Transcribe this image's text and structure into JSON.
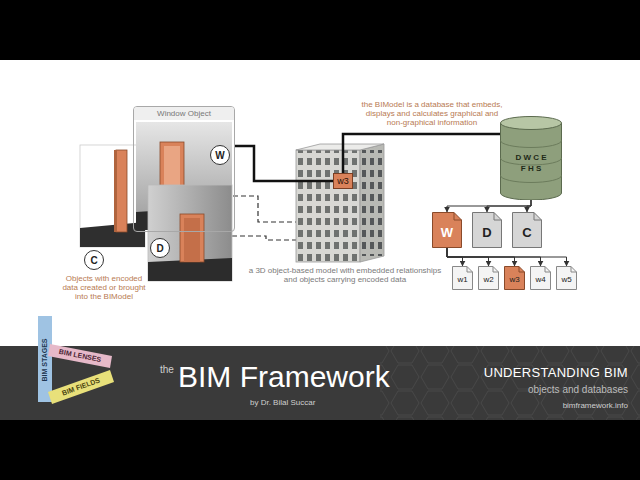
{
  "diagram": {
    "nodes": [
      {
        "text": [
          "Window Object"
        ]
      },
      {
        "text": [
          "W"
        ],
        "in": 0
      },
      {
        "text": [
          "C"
        ]
      },
      {
        "text": [
          "D"
        ]
      },
      {
        "text": [
          "w3"
        ]
      },
      {
        "text": [
          "D W C E F H S"
        ]
      },
      {
        "text": [
          "W"
        ]
      },
      {
        "text": [
          "D"
        ]
      },
      {
        "text": [
          "C"
        ]
      },
      {
        "text": [
          "w1"
        ]
      },
      {
        "text": [
          "w2"
        ]
      },
      {
        "text": [
          "w3"
        ]
      },
      {
        "text": [
          "w4"
        ]
      },
      {
        "text": [
          "w5"
        ]
      }
    ],
    "edges": [
      {
        "from": 0,
        "to": 4,
        "arrow": "none"
      },
      {
        "from": 4,
        "to": 5,
        "arrow": "none"
      },
      {
        "from": 5,
        "to": 6,
        "arrow": "to"
      },
      {
        "from": 5,
        "to": 7,
        "arrow": "to"
      },
      {
        "from": 5,
        "to": 8,
        "arrow": "to"
      },
      {
        "from": 6,
        "to": 9,
        "arrow": "to"
      },
      {
        "from": 6,
        "to": 10,
        "arrow": "to"
      },
      {
        "from": 6,
        "to": 11,
        "arrow": "to"
      },
      {
        "from": 6,
        "to": 12,
        "arrow": "to"
      },
      {
        "from": 6,
        "to": 13,
        "arrow": "to"
      }
    ],
    "labels": [
      "Objects with encoded data created or brought into the BIModel",
      "a 3D object-based model with embedded relationships and objects carrying encoded data",
      "the BIModel is a database that embeds, displays and calculates graphical and non-graphical information",
      "the",
      "BIM Framework",
      "by Dr. Bilal Succar",
      "UNDERSTANDING BIM",
      "objects and databases",
      "bimframework.info",
      "BIM STAGES",
      "BIM LENSES",
      "BIM FIELDS"
    ]
  }
}
